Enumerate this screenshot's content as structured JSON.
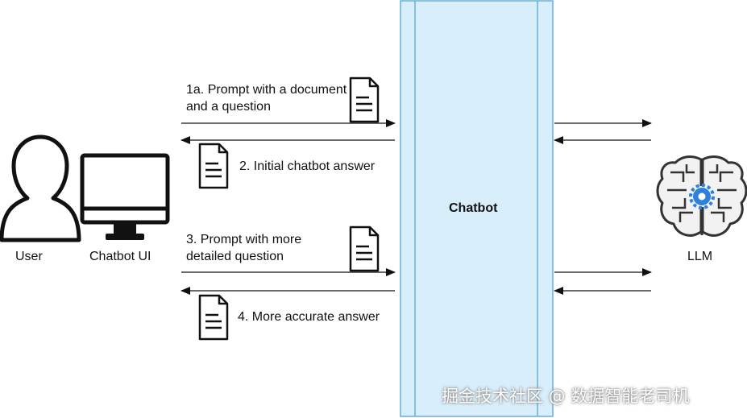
{
  "actors": {
    "user": "User",
    "chatbot_ui": "Chatbot UI",
    "chatbot": "Chatbot",
    "llm": "LLM"
  },
  "steps": {
    "step_1a": "1a. Prompt with a document and a question",
    "step_2": "2. Initial chatbot answer",
    "step_3": "3. Prompt with more detailed question",
    "step_4": "4. More accurate answer"
  },
  "icons": {
    "user": "user-silhouette-icon",
    "chatbot_ui": "monitor-icon",
    "llm": "brain-circuit-icon",
    "document": "document-icon"
  },
  "colors": {
    "chatbot_fill": "#d9eefb",
    "chatbot_border": "#6aaed6",
    "ink": "#111111",
    "brain_gear": "#2f7fdc"
  },
  "watermark": "掘金技术社区 @ 数据智能老司机"
}
